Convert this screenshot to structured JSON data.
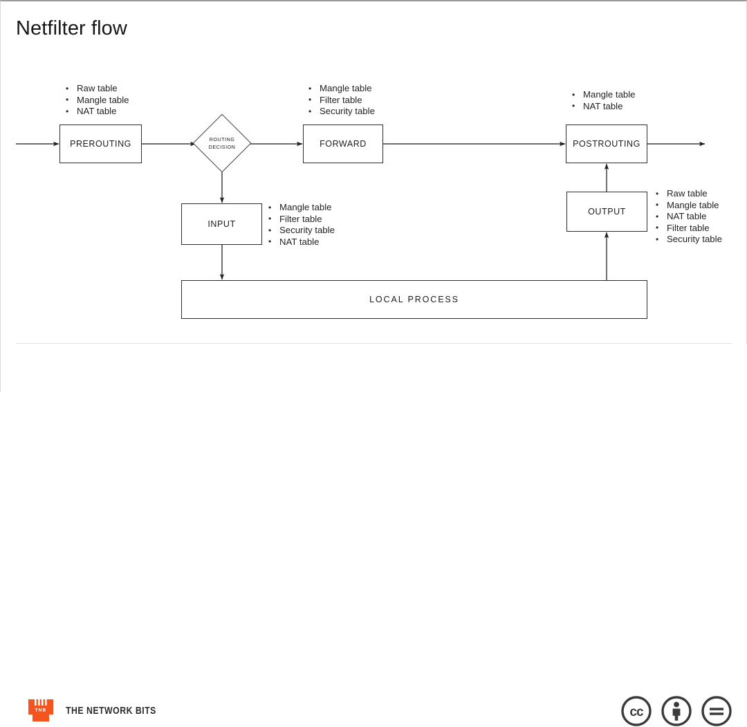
{
  "page": {
    "title": "Netfilter flow",
    "background": "#ffffff",
    "stroke_color": "#2b2b2b"
  },
  "diagram": {
    "type": "flowchart",
    "nodes": {
      "prerouting": {
        "label": "PREROUTING",
        "shape": "rectangle"
      },
      "routing_decision": {
        "label_line1": "ROUTING",
        "label_line2": "DECISION",
        "shape": "diamond"
      },
      "forward": {
        "label": "FORWARD",
        "shape": "rectangle"
      },
      "postrouting": {
        "label": "POSTROUTING",
        "shape": "rectangle"
      },
      "input": {
        "label": "INPUT",
        "shape": "rectangle"
      },
      "output": {
        "label": "OUTPUT",
        "shape": "rectangle"
      },
      "local_process": {
        "label": "LOCAL  PROCESS",
        "shape": "rectangle"
      }
    },
    "annotations": {
      "prerouting_tables": [
        "Raw table",
        "Mangle table",
        "NAT table"
      ],
      "forward_tables": [
        "Mangle table",
        "Filter table",
        "Security table"
      ],
      "postrouting_tables": [
        "Mangle table",
        "NAT table"
      ],
      "input_tables": [
        "Mangle table",
        "Filter table",
        "Security table",
        "NAT table"
      ],
      "output_tables": [
        "Raw table",
        "Mangle table",
        "NAT table",
        "Filter table",
        "Security table"
      ]
    }
  },
  "footer": {
    "brand_name": "THE NETWORK BITS",
    "logo_text": "TNB",
    "logo_color": "#f4551f",
    "licenses": [
      {
        "name": "creative-commons",
        "glyph": "cc"
      },
      {
        "name": "attribution",
        "glyph": "person"
      },
      {
        "name": "no-derivatives",
        "glyph": "equals"
      }
    ]
  }
}
